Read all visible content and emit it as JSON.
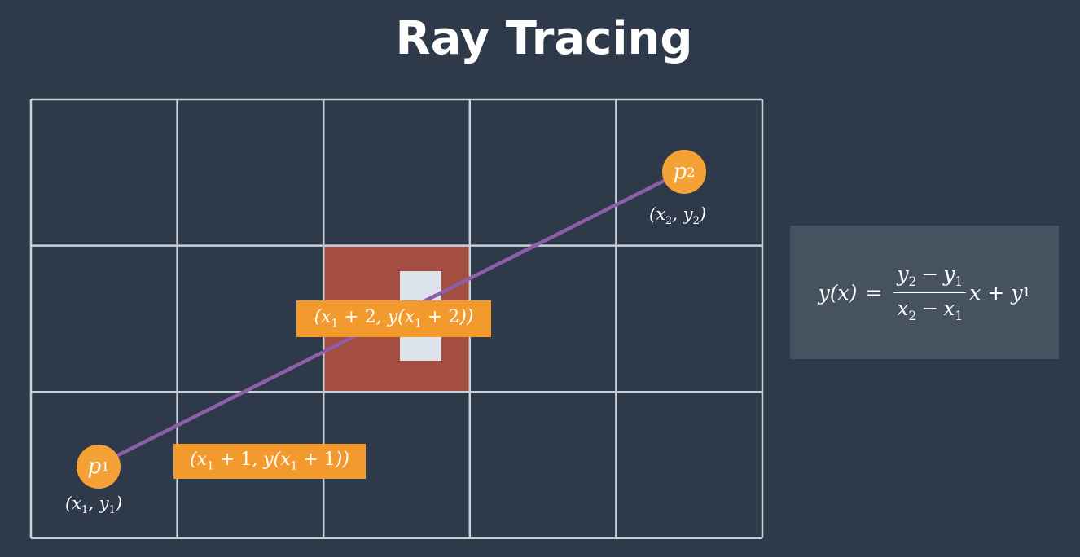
{
  "title": "Ray Tracing",
  "grid": {
    "columns": 5,
    "rows": 3
  },
  "colors": {
    "background": "#2e3a49",
    "grid_line": "#c8d0d8",
    "ray": "#8e5ea8",
    "point": "#f4a236",
    "label_box": "#f39a2e",
    "highlight_cell": "#a34e40",
    "inner_block": "#dde3ea",
    "formula_panel": "#46525f"
  },
  "points": {
    "p1": {
      "name": "p",
      "sub": "1",
      "coord_x": "x",
      "coord_x_sub": "1",
      "coord_y": "y",
      "coord_y_sub": "1"
    },
    "p2": {
      "name": "p",
      "sub": "2",
      "coord_x": "x",
      "coord_x_sub": "2",
      "coord_y": "y",
      "coord_y_sub": "2"
    }
  },
  "step_labels": {
    "step1": {
      "step": "1"
    },
    "step2": {
      "step": "2"
    }
  },
  "formula": {
    "lhs": "y(x)",
    "equals": "=",
    "num_a": "y",
    "num_a_sub": "2",
    "num_minus": "−",
    "num_b": "y",
    "num_b_sub": "1",
    "den_a": "x",
    "den_a_sub": "2",
    "den_minus": "−",
    "den_b": "x",
    "den_b_sub": "1",
    "tail_x": "x",
    "plus": "+",
    "tail_y": "y",
    "tail_y_sub": "1"
  }
}
